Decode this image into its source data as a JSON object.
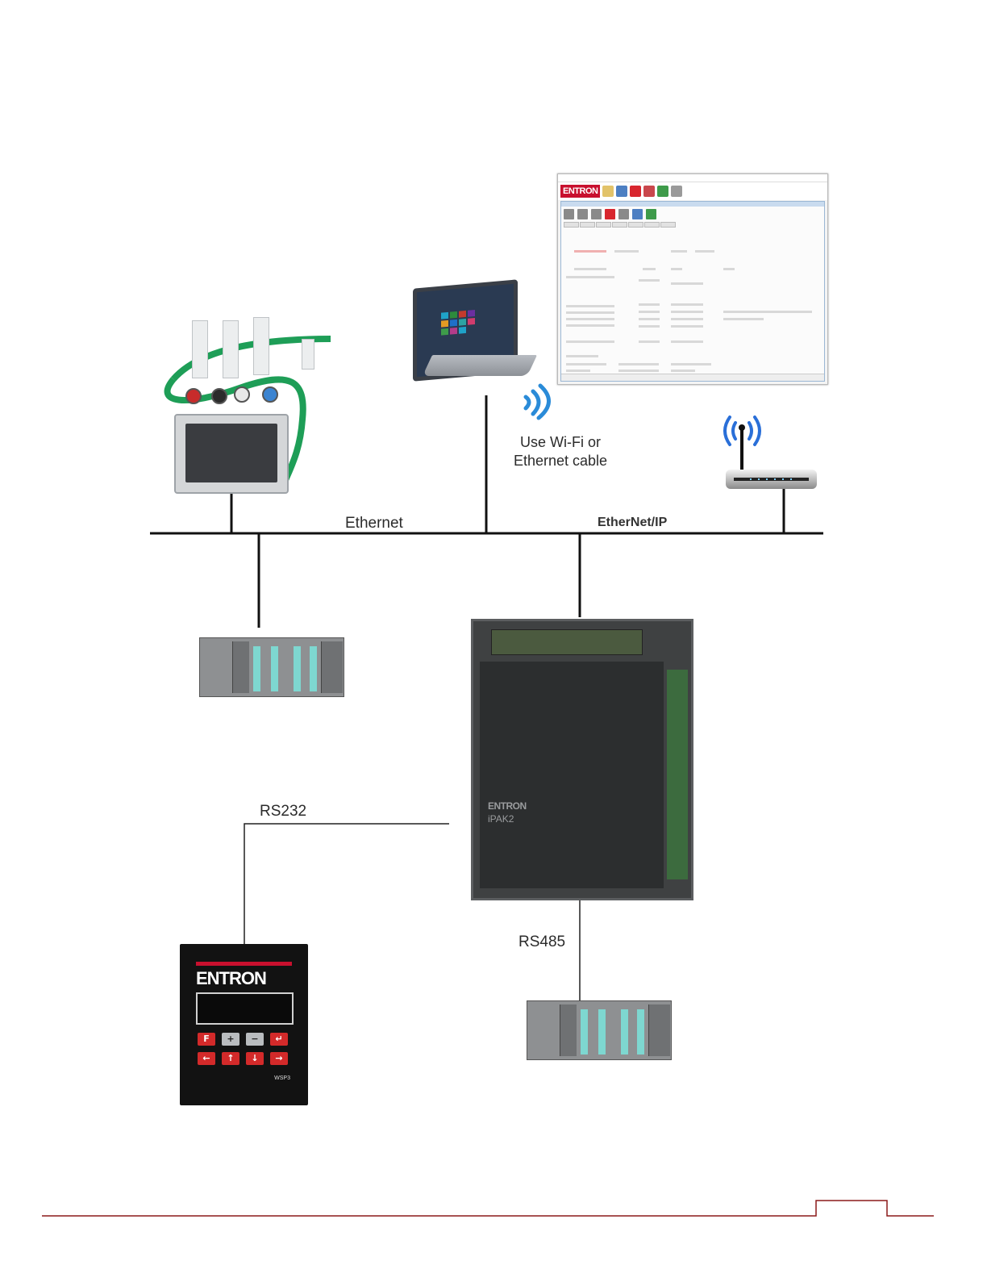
{
  "labels": {
    "wifi_line1": "Use Wi-Fi or",
    "wifi_line2": "Ethernet cable",
    "ethernet": "Ethernet",
    "ethernet_ip": "EtherNet/IP",
    "rs232": "RS232",
    "rs485": "RS485"
  },
  "devices": {
    "software_logo": "ENTRON",
    "controller_brand": "ENTRON",
    "controller_model": "iPAK2",
    "pendant_brand": "ENTRON",
    "pendant_model": "WSP3",
    "pendant_keys": [
      "F",
      "+",
      "−",
      "↵",
      "←",
      "↑",
      "↓",
      "→"
    ]
  },
  "colors": {
    "brand_red": "#c8102e",
    "footer_line": "#8b1a1a",
    "bus_line": "#111111",
    "cable_green": "#1e9e57"
  }
}
